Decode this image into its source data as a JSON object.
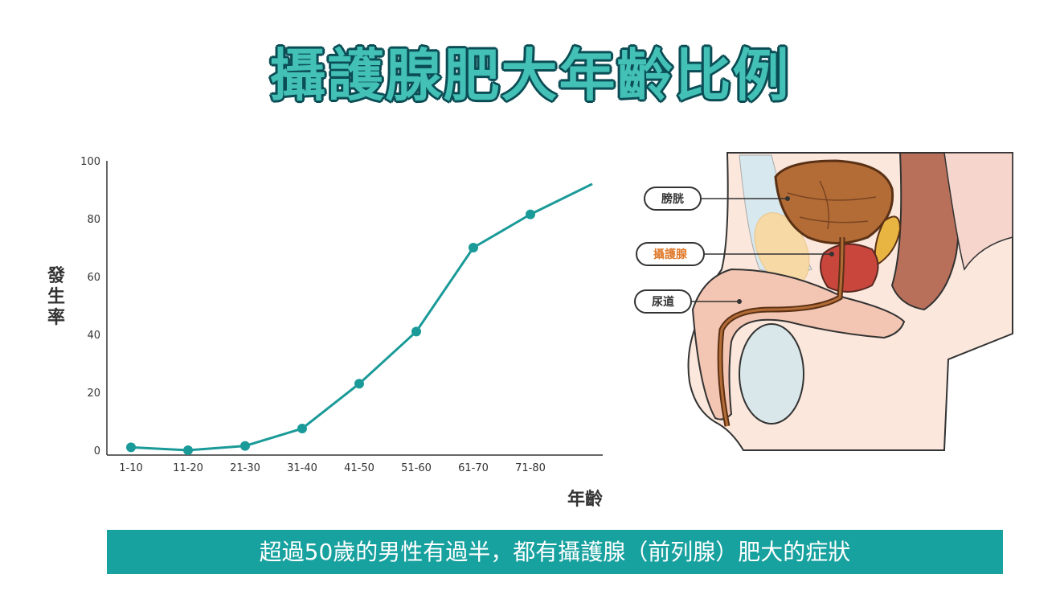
{
  "title": "攝護腺肥大年齡比例",
  "banner": "超過50歲的男性有過半，都有攝護腺（前列腺）肥大的症狀",
  "anatomy": {
    "labels": {
      "bladder": "膀胱",
      "prostate": "攝護腺",
      "urethra": "尿道"
    }
  },
  "colors": {
    "line": "#1a9a98",
    "title_fill": "#43c1b6",
    "banner_bg": "#17a19f",
    "prostate_label": "#e07a2c"
  },
  "chart_data": {
    "type": "line",
    "categories": [
      "1-10",
      "11-20",
      "21-30",
      "31-40",
      "41-50",
      "51-60",
      "61-70",
      "71-80"
    ],
    "values": [
      1,
      0,
      1.5,
      7.5,
      23,
      41,
      70,
      81.5
    ],
    "extrapolated_end": 92,
    "xlabel": "年齡",
    "ylabel": "發生率",
    "yticks": [
      0,
      20,
      40,
      60,
      80,
      100
    ],
    "ylim": [
      0,
      100
    ],
    "grid": false,
    "legend": "none"
  }
}
